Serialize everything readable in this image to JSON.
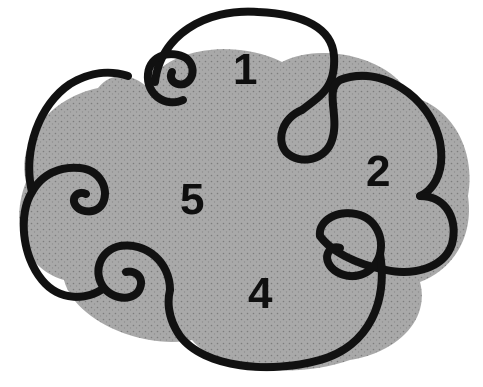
{
  "colors": {
    "background": "#ffffff",
    "cloud_fill": "#a9a9a9",
    "cloud_speckle": "#7d7d7d",
    "stroke": "#111111",
    "number_text": "#0f0f0f"
  },
  "labels": {
    "one": "1",
    "two": "2",
    "four": "4",
    "five": "5"
  }
}
